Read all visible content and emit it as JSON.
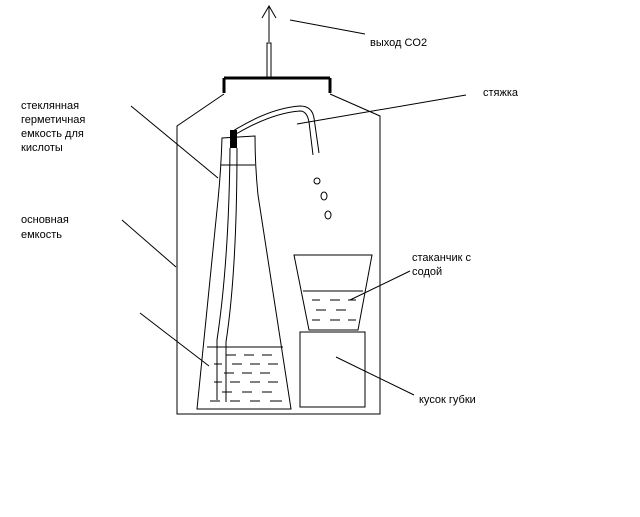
{
  "labels": {
    "co2_outlet": "выход CO2",
    "tie": "стяжка",
    "acid_vessel": [
      "стеклянная",
      "герметичная",
      "емкость для",
      "кислоты"
    ],
    "main_vessel": [
      "основная",
      "емкость"
    ],
    "soda_cup": [
      "стаканчик с",
      "содой"
    ],
    "sponge": "кусок губки"
  },
  "colors": {
    "line": "#000000",
    "background": "#ffffff"
  }
}
